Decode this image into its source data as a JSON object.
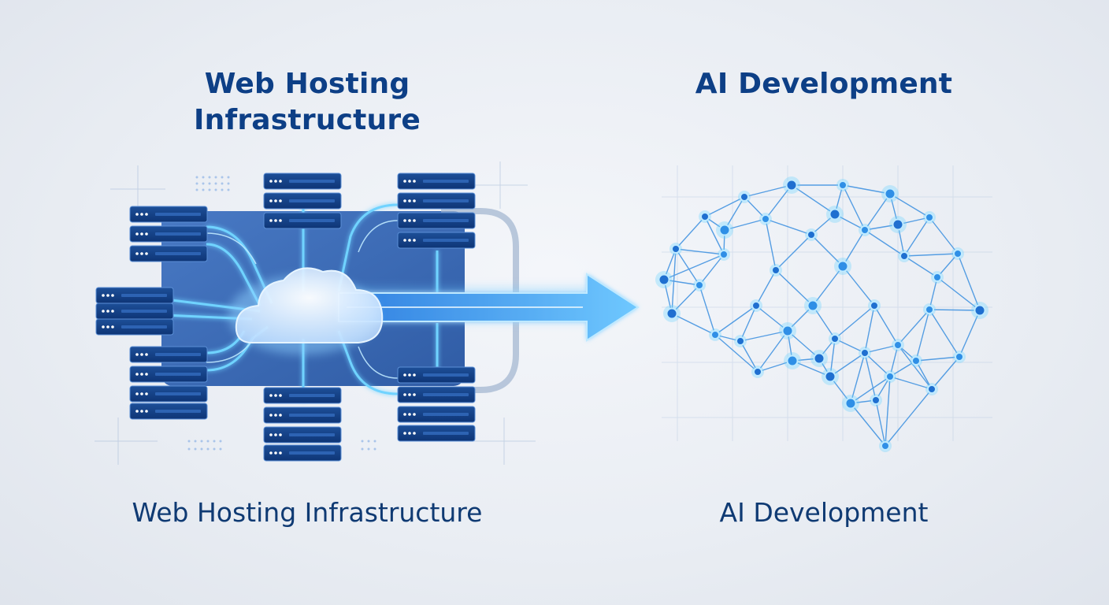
{
  "left": {
    "title_line1": "Web Hosting",
    "title_line2": "Infrastructure",
    "caption": "Web Hosting Infrastructure",
    "server_icon": "server-rack-icon",
    "cloud_icon": "cloud-icon"
  },
  "right": {
    "title": "AI Development",
    "caption": "AI Development",
    "brain_icon": "neural-network-brain-icon"
  },
  "arrow_icon": "arrow-right-icon",
  "colors": {
    "title": "#0d3f86",
    "caption": "#0f3a73",
    "accent": "#2f8fe6",
    "glow": "#6fd3ff",
    "panel": "#2a5aa8",
    "server": "#123f86"
  }
}
